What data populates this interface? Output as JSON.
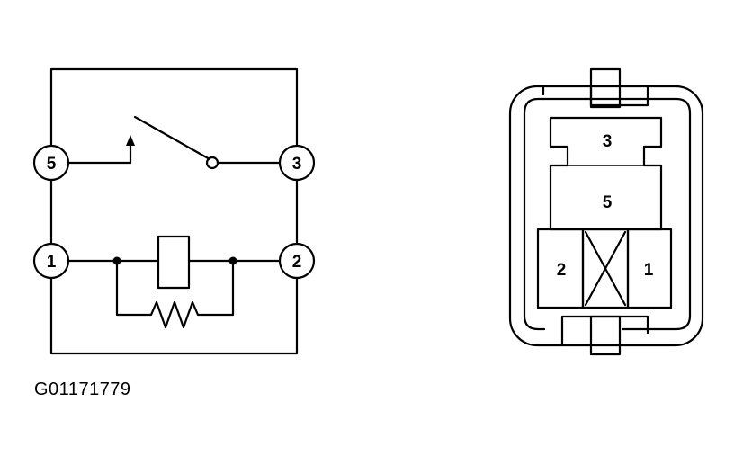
{
  "schematic": {
    "terminals": [
      {
        "id": "t5",
        "label": "5"
      },
      {
        "id": "t3",
        "label": "3"
      },
      {
        "id": "t1",
        "label": "1"
      },
      {
        "id": "t2",
        "label": "2"
      }
    ]
  },
  "connector": {
    "cavities": [
      {
        "id": "c3",
        "label": "3"
      },
      {
        "id": "c5",
        "label": "5"
      },
      {
        "id": "c2",
        "label": "2"
      },
      {
        "id": "c1",
        "label": "1"
      }
    ]
  },
  "caption": "G01171779"
}
